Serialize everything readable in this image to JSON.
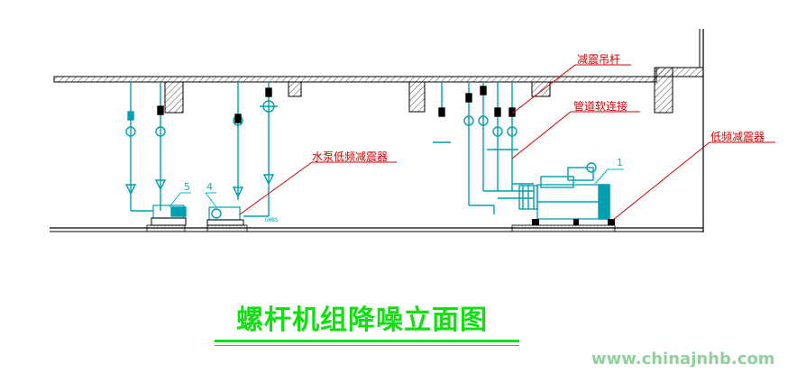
{
  "title": "螺杆机组降噪立面图",
  "watermark": "www.chinajnhb.com",
  "callouts": {
    "hanger": "减震吊杆",
    "flex_joint": "管道软连接",
    "low_freq_isolator": "低频减震器",
    "pump_isolator": "水泵低频减震器"
  },
  "labels": {
    "item1": "1",
    "item4": "4",
    "item5": "5",
    "pump_code": "GHBS"
  },
  "colors": {
    "structure": "#000000",
    "piping": "#00a0b0",
    "callout": "#d40000",
    "title": "#10e010",
    "watermark": "#7ec88a"
  }
}
